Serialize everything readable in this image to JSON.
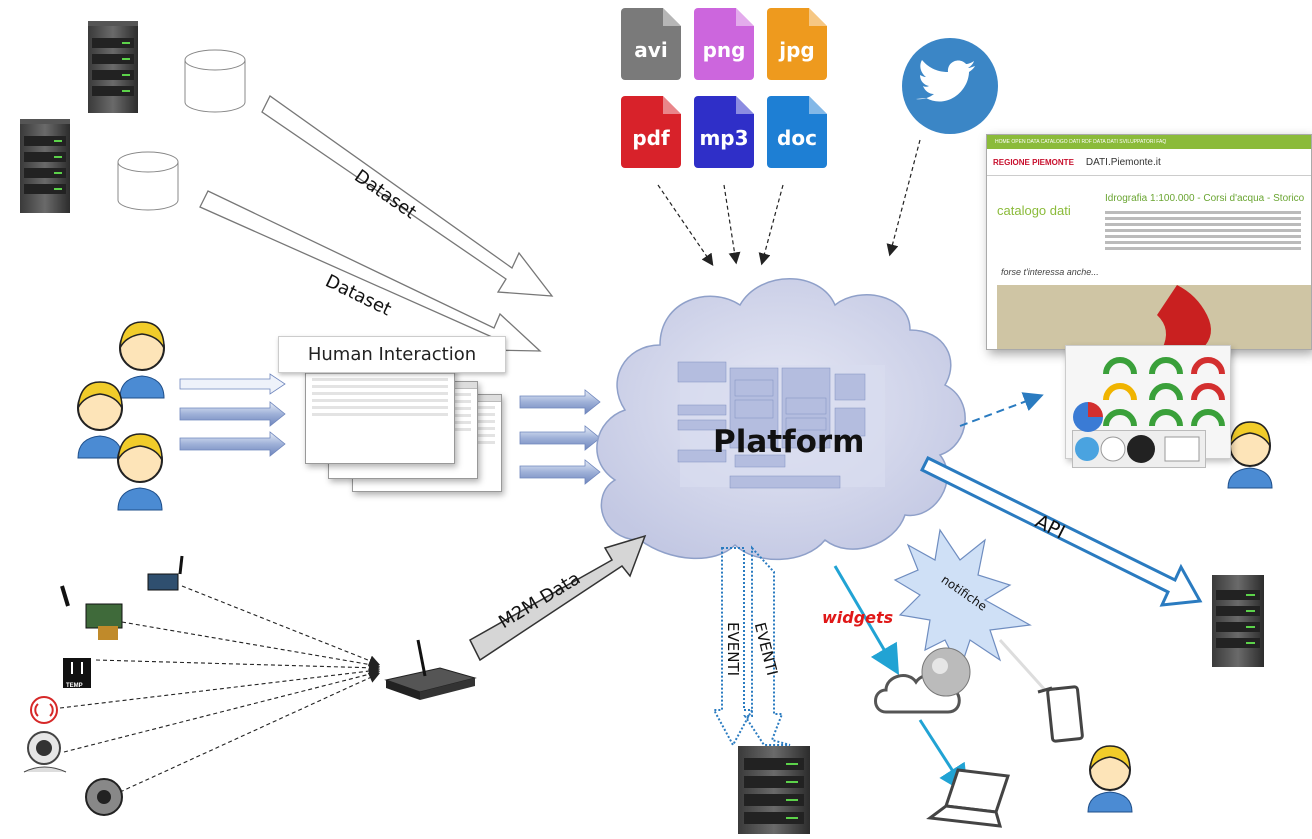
{
  "center": {
    "label": "Platform"
  },
  "arrows": {
    "dataset_top": "Dataset",
    "dataset_bottom": "Dataset",
    "human_interaction": "Human Interaction",
    "m2m_data": "M2M Data",
    "api": "API",
    "eventi_1": "EVENTI",
    "eventi_2": "EVENTI",
    "widgets": "widgets",
    "notifiche": "notifiche"
  },
  "file_types": [
    {
      "label": "avi",
      "color": "#7a7a7a"
    },
    {
      "label": "png",
      "color": "#cc66dd"
    },
    {
      "label": "jpg",
      "color": "#ee9a1e"
    },
    {
      "label": "pdf",
      "color": "#d8222a"
    },
    {
      "label": "mp3",
      "color": "#2f2fc8"
    },
    {
      "label": "doc",
      "color": "#1e7fd4"
    }
  ],
  "sensors": {
    "temp_label": "TEMP"
  },
  "website": {
    "nav": "HOME   OPEN DATA   CATALOGO DATI   RDF DATA   DATI   SVILUPPATORI   FAQ",
    "region": "REGIONE PIEMONTE",
    "site": "DATI.Piemonte.it",
    "catalog": "catalogo dati",
    "title": "Idrografia 1:100.000 - Corsi d'acqua - Storico",
    "suggest": "forse t'interessa anche..."
  },
  "colors": {
    "twitter": "#3b86c6",
    "api_arrow": "#2a7bc0",
    "widgets_text": "#e01818",
    "cloud_fill": "#d2d6ec"
  }
}
